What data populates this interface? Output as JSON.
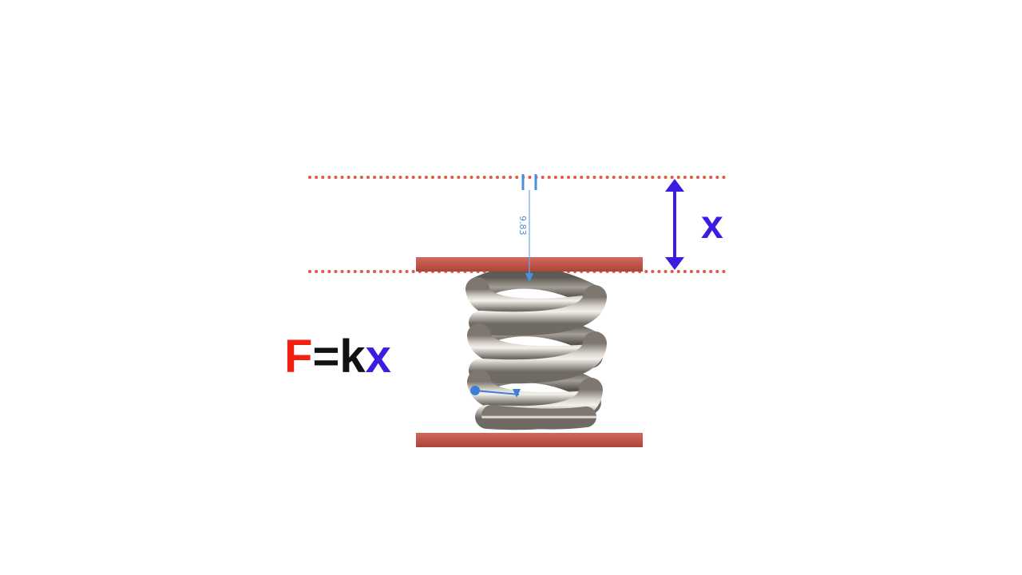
{
  "equation": {
    "force": "F",
    "equals": "=",
    "constant": "k",
    "displacement": "x"
  },
  "displacement_label": "x",
  "dimension_value": "9.83",
  "colors": {
    "force": "#f2200f",
    "displacement": "#3a1de0",
    "equals_k": "#111111",
    "plate": "#c0554a",
    "guide_dots": "#e05a48",
    "dimension": "#4a90d9",
    "spring": "#bdb6ad"
  }
}
